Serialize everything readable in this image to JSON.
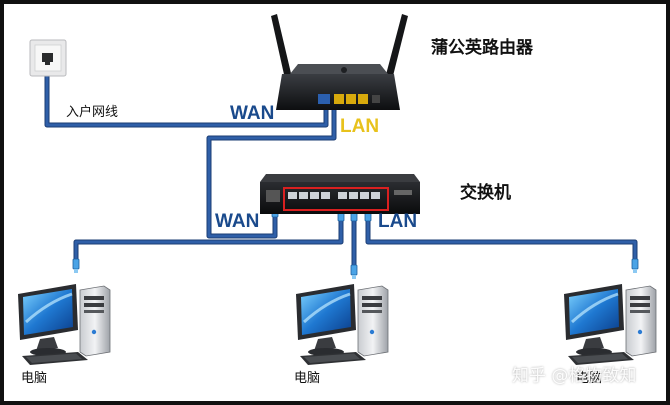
{
  "labels": {
    "router_name": "蒲公英路由器",
    "switch_name": "交换机",
    "incoming_line": "入户网线",
    "router_wan": "WAN",
    "router_lan": "LAN",
    "switch_wan": "WAN",
    "switch_lan": "LAN",
    "pc_left": "电脑",
    "pc_middle": "电脑",
    "pc_right": "电脑"
  },
  "watermark": "知乎 @格物致知",
  "colors": {
    "cable": "#2f5fa8",
    "cable_outline": "#1b3c73",
    "wan_label": "#1a4a8c",
    "router_lan_label": "#e8c21c",
    "switch_highlight": "#d92020"
  }
}
